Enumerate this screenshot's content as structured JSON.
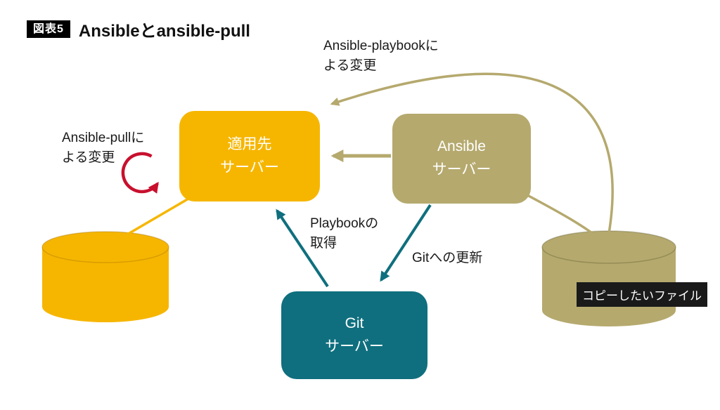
{
  "header": {
    "badge": "図表5",
    "title": "Ansibleとansible-pull"
  },
  "nodes": {
    "target_server": {
      "label": "適用先\nサーバー"
    },
    "ansible_server": {
      "label": "Ansible\nサーバー"
    },
    "git_server": {
      "label": "Git\nサーバー"
    },
    "copy_files_tag": {
      "label": "コピーしたいファイル"
    }
  },
  "annotations": {
    "playbook_change": "Ansible-playbookに\nよる変更",
    "pull_change": "Ansible-pullに\nよる変更",
    "playbook_get": "Playbookの\n取得",
    "git_update": "Gitへの更新"
  },
  "colors": {
    "yellow": "#F6B600",
    "khaki": "#B5A96E",
    "teal": "#0F6F7E",
    "red": "#C8102E",
    "badge_bg": "#000000",
    "tag_bg": "#1A1A1A"
  }
}
